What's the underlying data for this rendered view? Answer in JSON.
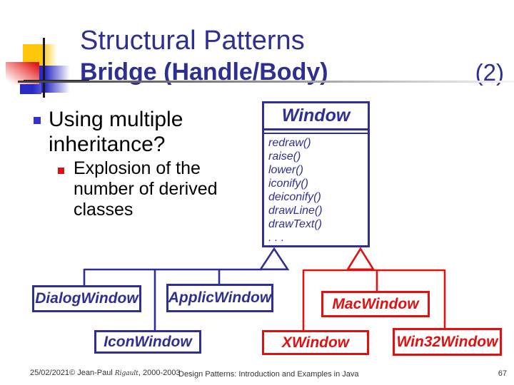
{
  "slide": {
    "title": "Structural Patterns",
    "subtitle": "Bridge (Handle/Body)",
    "page_marker": "(2)"
  },
  "bullets": {
    "level1": "Using multiple inheritance?",
    "level2": "Explosion of the number of derived classes"
  },
  "uml": {
    "window_class": {
      "name": "Window",
      "methods": [
        "redraw()",
        "raise()",
        "lower()",
        "iconify()",
        "deiconify()",
        "drawLine()",
        "drawText()",
        ". . ."
      ]
    },
    "blue_subclasses": [
      "DialogWindow",
      "ApplicWindow",
      "IconWindow"
    ],
    "red_subclasses": [
      "MacWindow",
      "XWindow",
      "Win32Window"
    ]
  },
  "footer": {
    "left_date": "25/02/2021",
    "left_copyright": "© Jean-Paul ",
    "left_name": "Rigault",
    "left_suffix": ", 2000-2003",
    "center": "Design Patterns: Introduction and Examples in Java",
    "page_number": "67"
  },
  "colors": {
    "navy": "#2E3091",
    "red": "#E01111",
    "bullet_blue": "#3333CC",
    "bullet_red": "#DD1111"
  }
}
